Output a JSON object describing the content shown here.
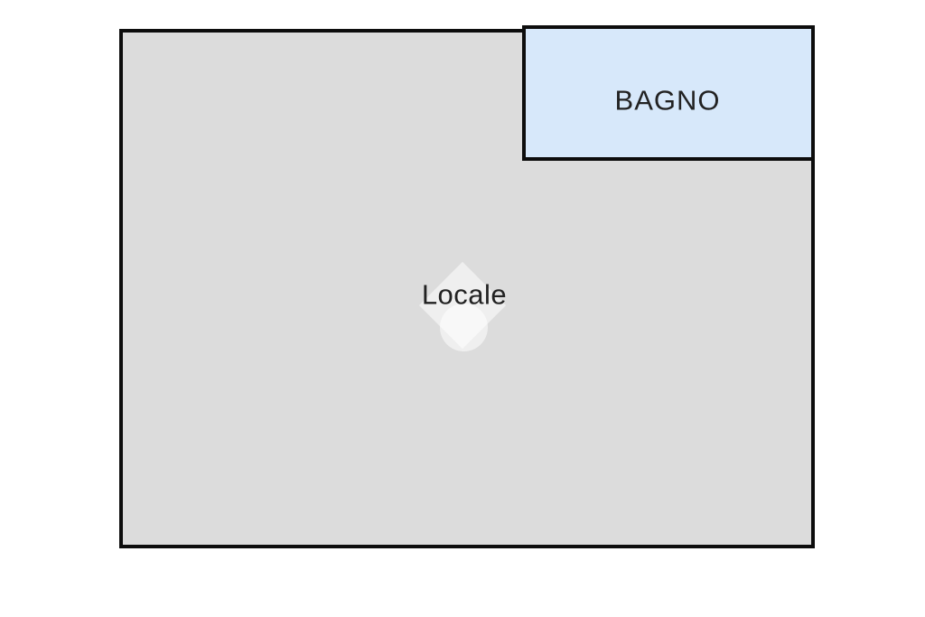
{
  "page": {
    "type": "floor-plan"
  },
  "colors": {
    "canvas_bg": "#ffffff",
    "wall": "#0d0d0d",
    "room_fill": "#dcdcdc",
    "bathroom_fill": "#d7e8fa",
    "label_color": "#222222",
    "watermark_color": "rgba(255,255,255,0.55)"
  },
  "rooms": {
    "locale": {
      "label": "Locale"
    },
    "bagno": {
      "label": "BAGNO"
    }
  },
  "watermark": {
    "icon": "diamond-and-circle-logo"
  }
}
